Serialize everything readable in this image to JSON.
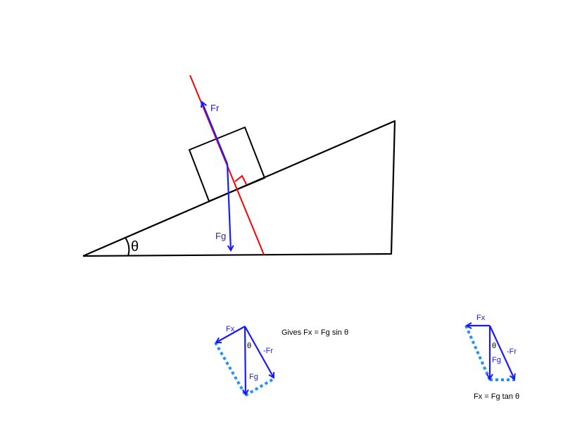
{
  "diagram": {
    "title": "Block on inclined plane force diagram",
    "colors": {
      "outline": "#000000",
      "normal_line": "#ff0000",
      "vector": "#1a1aff",
      "dotted": "#1e90ff",
      "text": "#000000"
    },
    "main": {
      "angle_label": "θ",
      "fr_label": "Fr",
      "fg_label": "Fg"
    },
    "sin_diagram": {
      "fx_label": "Fx",
      "fg_label": "Fg",
      "fr_label": "-Fr",
      "theta_label": "θ",
      "result_text": "Gives Fx = Fg sin θ"
    },
    "tan_diagram": {
      "fx_label": "Fx",
      "fg_label": "Fg",
      "fr_label": "-Fr",
      "theta_label": "θ",
      "result_text": "Fx = Fg tan θ"
    }
  }
}
